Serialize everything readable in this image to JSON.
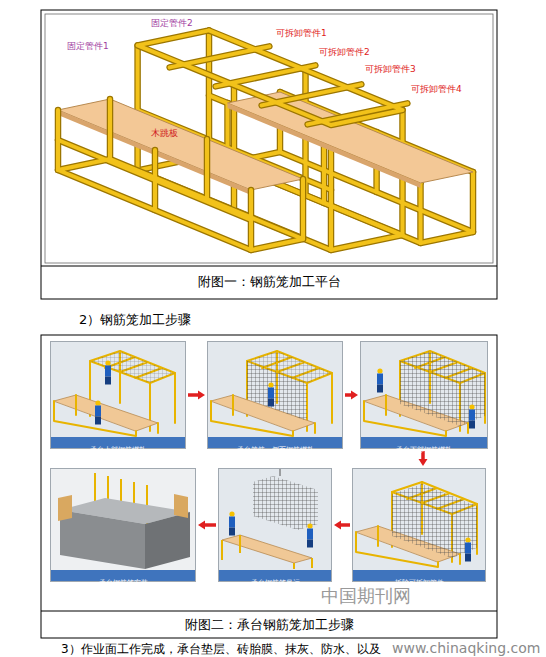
{
  "diagram": {
    "nodes": [
      {
        "text": [
          "承台上部钢筋绑扎"
        ]
      },
      {
        "text": [
          "承台箍筋、侧面钢筋绑扎"
        ]
      },
      {
        "text": [
          "承台下部钢筋绑扎"
        ]
      },
      {
        "text": [
          "拆除可拆卸管件"
        ]
      },
      {
        "text": [
          "承台钢筋笼吊运"
        ]
      },
      {
        "text": [
          "承台钢筋笼安装"
        ]
      }
    ],
    "edges": [
      {
        "from": 0,
        "to": 1,
        "arrow": "to"
      },
      {
        "from": 1,
        "to": 2,
        "arrow": "to"
      },
      {
        "from": 2,
        "to": 3,
        "arrow": "to"
      },
      {
        "from": 3,
        "to": 4,
        "arrow": "to"
      },
      {
        "from": 4,
        "to": 5,
        "arrow": "to"
      }
    ],
    "labels": [
      "固定管件2",
      "固定管件1",
      "可拆卸管件1",
      "可拆卸管件2",
      "可拆卸管件3",
      "可拆卸管件4",
      "木跳板",
      "附图一：钢筋笼加工平台",
      "2）钢筋笼加工步骤",
      "附图二：承台钢筋笼加工步骤",
      "中国期刊网",
      "www.chinaqking.com",
      "3）作业面工作完成，承台垫层、砖胎膜、抹灰、防水、以及"
    ]
  }
}
